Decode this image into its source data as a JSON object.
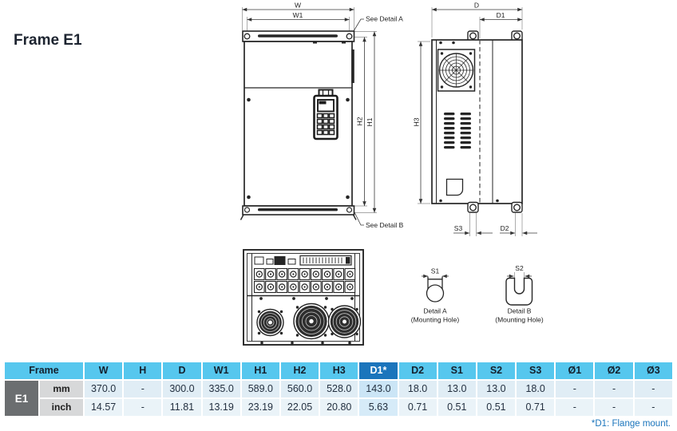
{
  "title": "Frame E1",
  "drawings": {
    "front_view": {
      "labels": {
        "w": "W",
        "w1": "W1",
        "h1": "H1",
        "h2": "H2",
        "see_detail_a": "See Detail A",
        "see_detail_b": "See Detail B"
      }
    },
    "side_view": {
      "labels": {
        "d": "D",
        "d1": "D1",
        "h3": "H3",
        "s3": "S3",
        "d2": "D2"
      }
    },
    "details": {
      "a": {
        "dim": "S1",
        "name": "Detail A",
        "caption": "(Mounting Hole)"
      },
      "b": {
        "dim": "S2",
        "name": "Detail B",
        "caption": "(Mounting Hole)"
      }
    }
  },
  "table": {
    "frame_header": "Frame",
    "frame_label": "E1",
    "columns": [
      "W",
      "H",
      "D",
      "W1",
      "H1",
      "H2",
      "H3",
      "D1*",
      "D2",
      "S1",
      "S2",
      "S3",
      "Ø1",
      "Ø2",
      "Ø3"
    ],
    "highlight_column": "D1*",
    "rows": [
      {
        "unit": "mm",
        "values": [
          "370.0",
          "-",
          "300.0",
          "335.0",
          "589.0",
          "560.0",
          "528.0",
          "143.0",
          "18.0",
          "13.0",
          "13.0",
          "18.0",
          "-",
          "-",
          "-"
        ]
      },
      {
        "unit": "inch",
        "values": [
          "14.57",
          "-",
          "11.81",
          "13.19",
          "23.19",
          "22.05",
          "20.80",
          "5.63",
          "0.71",
          "0.51",
          "0.51",
          "0.71",
          "-",
          "-",
          "-"
        ]
      }
    ],
    "footnote": "*D1: Flange mount."
  },
  "colors": {
    "header_bg": "#56c7ee",
    "d1_header_bg": "#1b75bc",
    "frame_cell_bg": "#6b6e70",
    "unit_cell_bg": "#d7d8d9",
    "row_mm_bg": "#e0edf5",
    "row_inch_bg": "#eaf3f8",
    "d1_cell_bg": "#cbe5f6",
    "footnote_color": "#1b75bc",
    "line_color": "#262626"
  }
}
